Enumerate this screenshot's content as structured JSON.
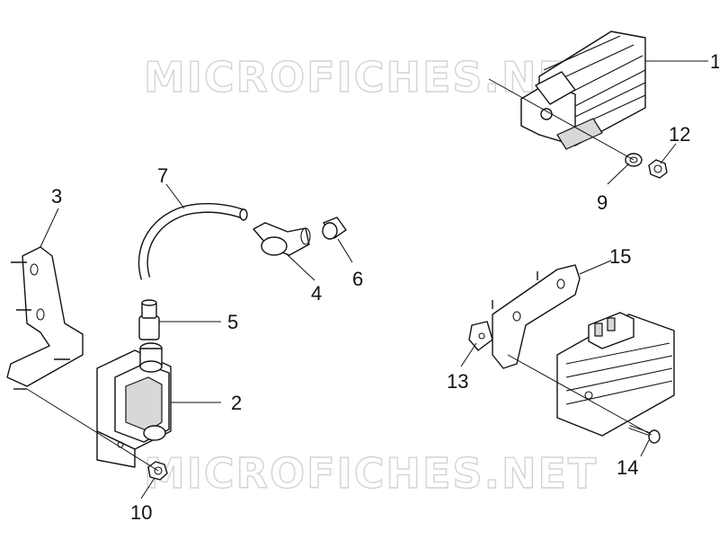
{
  "watermark": "MICROFICHES.NET",
  "callouts": {
    "c1": "1",
    "c2": "2",
    "c3": "3",
    "c4": "4",
    "c5": "5",
    "c6": "6",
    "c7": "7",
    "c9": "9",
    "c10": "10",
    "c12": "12",
    "c13": "13",
    "c14": "14",
    "c15": "15"
  }
}
